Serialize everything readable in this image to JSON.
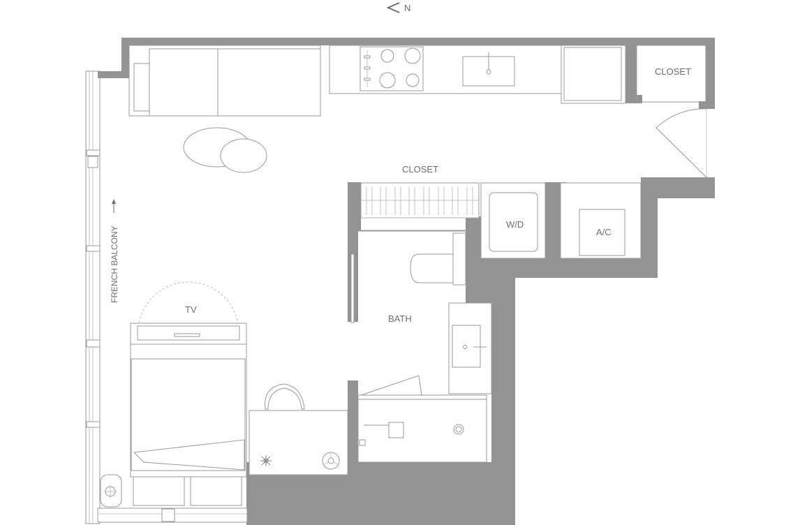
{
  "north_label": "N",
  "rooms": {
    "closet_entry": "CLOSET",
    "closet_hall": "CLOSET",
    "wd": "W/D",
    "ac": "A/C",
    "bath": "BATH",
    "tv": "TV",
    "balcony": "FRENCH BALCONY"
  },
  "colors": {
    "wall": "#939393",
    "line": "#9a9a9a",
    "text": "#6e6e6e"
  }
}
